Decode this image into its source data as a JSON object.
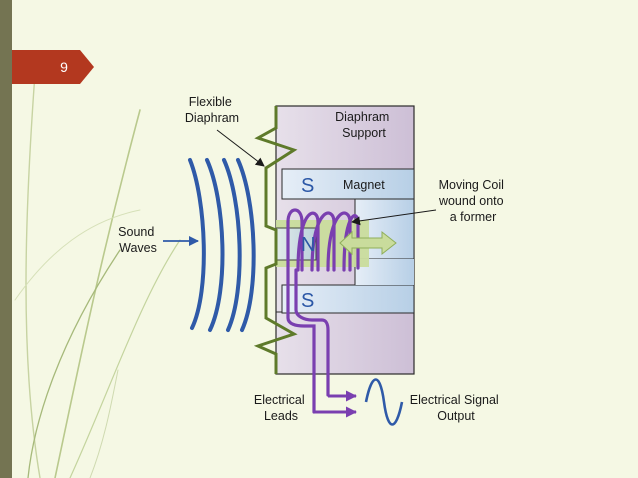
{
  "slide": {
    "number": "9",
    "background": "#f5f8e4",
    "badge_color": "#b3381f",
    "sidebar_color": "#747452"
  },
  "labels": {
    "flexible_diaphram": [
      "Flexible",
      "Diaphram"
    ],
    "diaphram_support": [
      "Diaphram",
      "Support"
    ],
    "magnet": "Magnet",
    "moving_coil": [
      "Moving Coil",
      "wound onto",
      "a former"
    ],
    "sound_waves": [
      "Sound",
      "Waves"
    ],
    "pole_s_top": "S",
    "pole_n": "N",
    "pole_s_bottom": "S",
    "electrical_leads": [
      "Electrical",
      "Leads"
    ],
    "signal_output": [
      "Electrical Signal",
      "Output"
    ]
  },
  "colors": {
    "sound_wave": "#2f5aa8",
    "coil": "#7a3fb0",
    "diaphragm": "#5e7a2a",
    "former": "#c9dc9c",
    "support_fill": "#d9cfe0",
    "arrow_fill": "#c9dc9c",
    "signal_wave": "#2f5aa8"
  },
  "icons": {
    "slide_number_badge": "pentagon-arrow-badge",
    "signal": "sine-wave-icon"
  }
}
